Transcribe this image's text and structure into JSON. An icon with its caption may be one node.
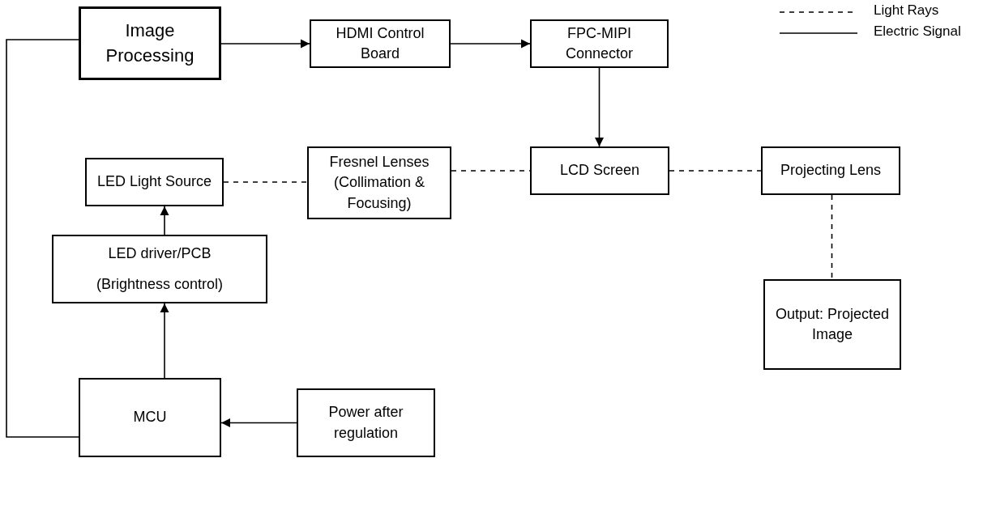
{
  "diagram": {
    "nodes": [
      {
        "text": [
          "Image Processing"
        ]
      },
      {
        "text": [
          "HDMI Control Board"
        ]
      },
      {
        "text": [
          "FPC-MIPI Connector"
        ]
      },
      {
        "text": [
          "LED Light Source"
        ]
      },
      {
        "text": [
          "Fresnel Lenses (Collimation & Focusing)"
        ]
      },
      {
        "text": [
          "LCD Screen"
        ]
      },
      {
        "text": [
          "Projecting Lens"
        ]
      },
      {
        "text": [
          "LED driver/PCB",
          "(Brightness control)"
        ]
      },
      {
        "text": [
          "Output: Projected Image"
        ]
      },
      {
        "text": [
          "MCU"
        ]
      },
      {
        "text": [
          "Power after regulation"
        ]
      }
    ],
    "edges": [
      {
        "from": 0,
        "to": 1,
        "arrow": "to"
      },
      {
        "from": 1,
        "to": 2,
        "arrow": "to"
      },
      {
        "from": 2,
        "to": 5,
        "arrow": "to"
      },
      {
        "from": 3,
        "to": 4,
        "arrow": "none",
        "style": "dashed"
      },
      {
        "from": 4,
        "to": 5,
        "arrow": "none",
        "style": "dashed"
      },
      {
        "from": 5,
        "to": 6,
        "arrow": "none",
        "style": "dashed"
      },
      {
        "from": 6,
        "to": 8,
        "arrow": "none",
        "style": "dashed"
      },
      {
        "from": 7,
        "to": 3,
        "arrow": "to"
      },
      {
        "from": 9,
        "to": 7,
        "arrow": "to"
      },
      {
        "from": 10,
        "to": 9,
        "arrow": "to"
      },
      {
        "from": 9,
        "to": 0,
        "arrow": "none"
      }
    ],
    "legend": [
      {
        "text": "Light Rays"
      },
      {
        "text": "Electric Signal"
      }
    ]
  }
}
